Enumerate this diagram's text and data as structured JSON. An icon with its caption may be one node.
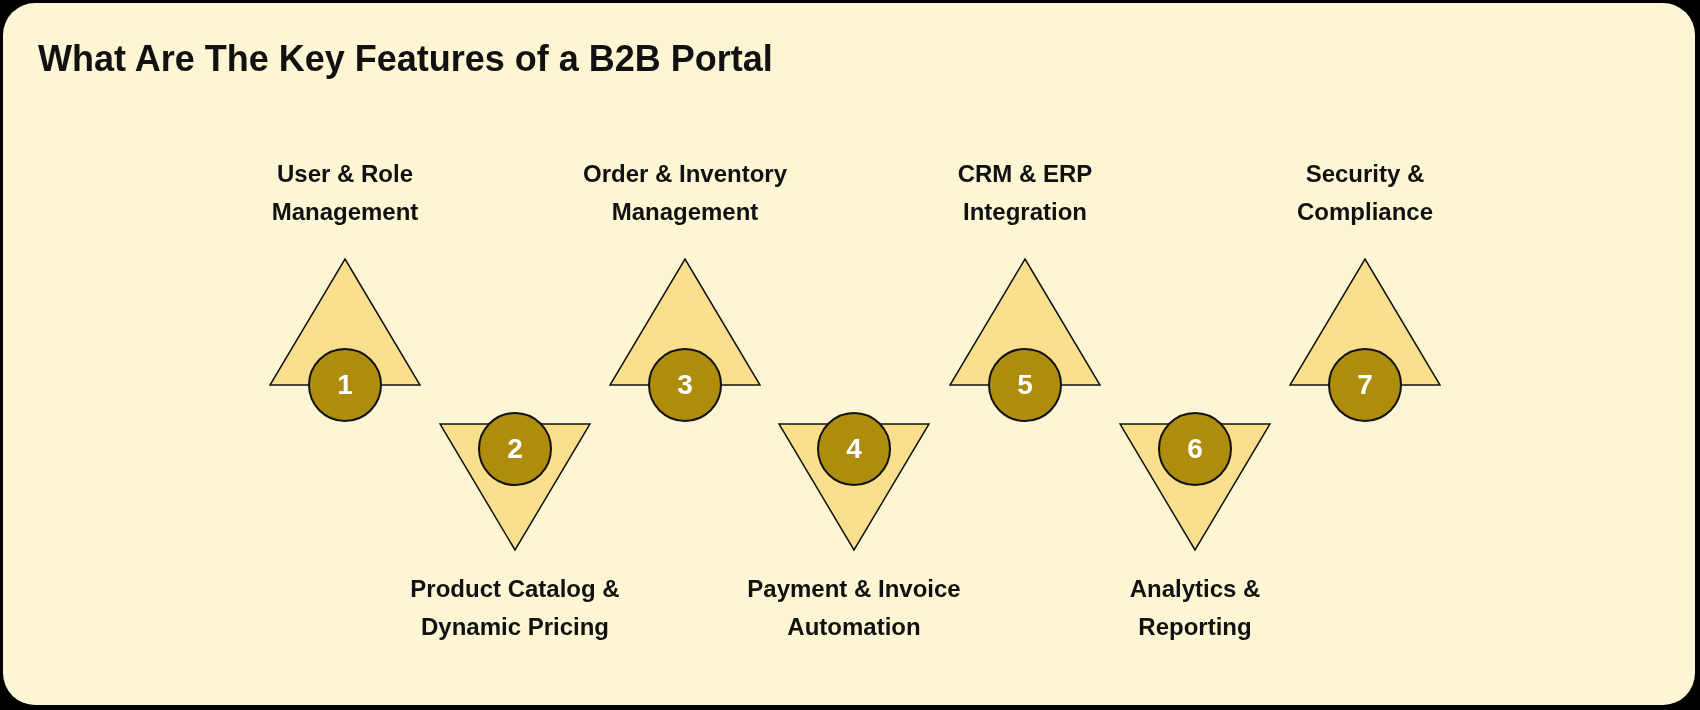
{
  "diagram": {
    "title": "What Are The Key Features of a B2B Portal",
    "nodes": [
      {
        "text": [
          "1"
        ],
        "beside": [
          "User & Role Management"
        ]
      },
      {
        "text": [
          "2"
        ],
        "beside": [
          "Product Catalog & Dynamic Pricing"
        ]
      },
      {
        "text": [
          "3"
        ],
        "beside": [
          "Order & Inventory Management"
        ]
      },
      {
        "text": [
          "4"
        ],
        "beside": [
          "Payment & Invoice Automation"
        ]
      },
      {
        "text": [
          "5"
        ],
        "beside": [
          "CRM & ERP Integration"
        ]
      },
      {
        "text": [
          "6"
        ],
        "beside": [
          "Analytics & Reporting"
        ]
      },
      {
        "text": [
          "7"
        ],
        "beside": [
          "Security & Compliance"
        ]
      }
    ]
  }
}
